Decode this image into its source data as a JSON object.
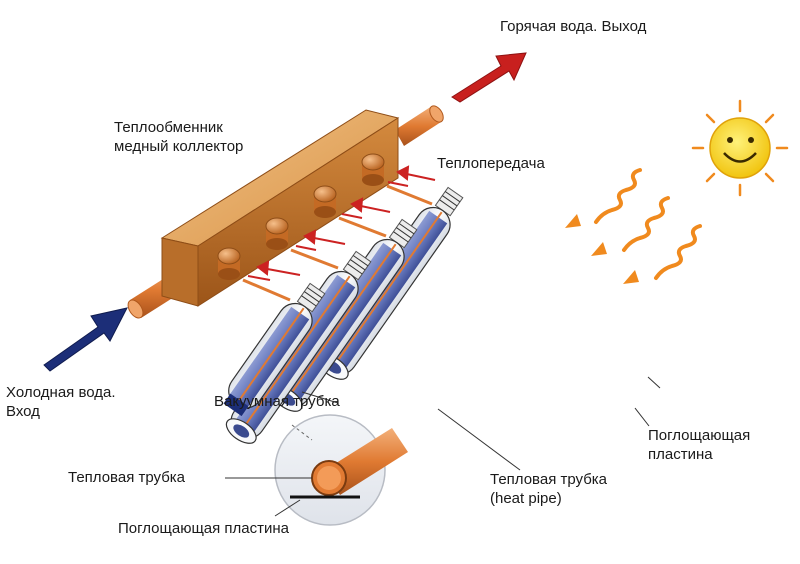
{
  "labels": {
    "hot_water_out": "Горячая вода. Выход",
    "heat_exchanger_line1": "Теплообменник",
    "heat_exchanger_line2": "медный коллектор",
    "heat_transfer": "Теплопередача",
    "cold_water_line1": "Холодная вода.",
    "cold_water_line2": "Вход",
    "vacuum_tube": "Вакуумная трубка",
    "heat_pipe_detail": "Тепловая трубка",
    "absorber_plate_detail": "Поглощающая пластина",
    "heat_pipe_line1": "Тепловая трубка",
    "heat_pipe_line2": "(heat pipe)",
    "absorber_plate_line1": "Поглощающая",
    "absorber_plate_line2": "пластина"
  },
  "colors": {
    "copper": "#d9883a",
    "copper_dark": "#a35a1c",
    "pipe": "#e8823a",
    "hot_arrow": "#c8201e",
    "cold_arrow": "#1c2e78",
    "heat_arrow": "#cc2222",
    "sun": "#f4d21a",
    "sun_rays": "#f08a1e",
    "plate": "#6f82c4",
    "glass": "#f2f4f7"
  },
  "icons": {
    "sun": "sun-icon",
    "hot_arrow": "arrow-up-right-icon",
    "cold_arrow": "arrow-up-right-icon"
  }
}
